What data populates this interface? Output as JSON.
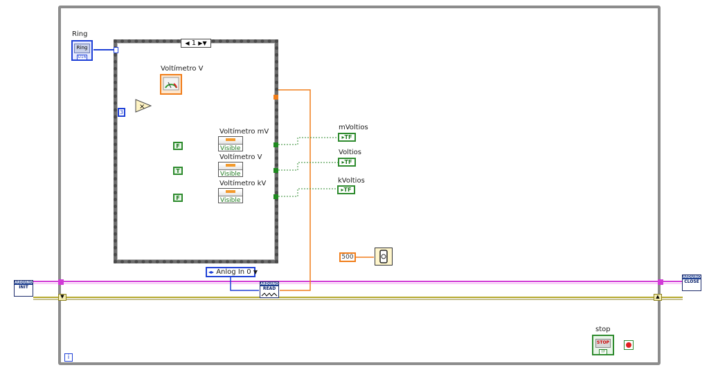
{
  "diagram": {
    "ring_control": {
      "label": "Ring",
      "icon_text": "Ring",
      "sub_text": "U16"
    },
    "case_selector": {
      "value": "1"
    },
    "voltmeter_indicator": {
      "label": "Voltímetro V"
    },
    "numeric_constant": {
      "value": "3"
    },
    "property_nodes": [
      {
        "label": "Voltímetro mV",
        "property": "Visible"
      },
      {
        "label": "Voltímetro V",
        "property": "Visible"
      },
      {
        "label": "Voltímetro kV",
        "property": "Visible"
      }
    ],
    "bool_constants": [
      "F",
      "T",
      "F"
    ],
    "bool_indicators": [
      {
        "label": "mVoltios",
        "text": "TF"
      },
      {
        "label": "Voltios",
        "text": "TF"
      },
      {
        "label": "kVoltios",
        "text": "TF"
      }
    ],
    "wait_constant": {
      "value": "500"
    },
    "channel_selector": {
      "value": "Anlog In 0"
    },
    "daq_init": {
      "header": "ARDUINO",
      "label": "INIT"
    },
    "daq_read": {
      "header": "ARDUINO",
      "label": "READ"
    },
    "daq_close": {
      "header": "ARDUINO",
      "label": "CLOSE"
    },
    "stop_control": {
      "label": "stop",
      "button_text": "STOP",
      "sub_text": "TF"
    },
    "loop_iteration": {
      "text": "i"
    }
  },
  "colors": {
    "error_wire": "#d13bd6",
    "resource_wire": "#b5a82c",
    "numeric_wire": "#f07d1a",
    "bool_wire": "#1f8a1f",
    "enum_wire": "#1d3fd6"
  }
}
